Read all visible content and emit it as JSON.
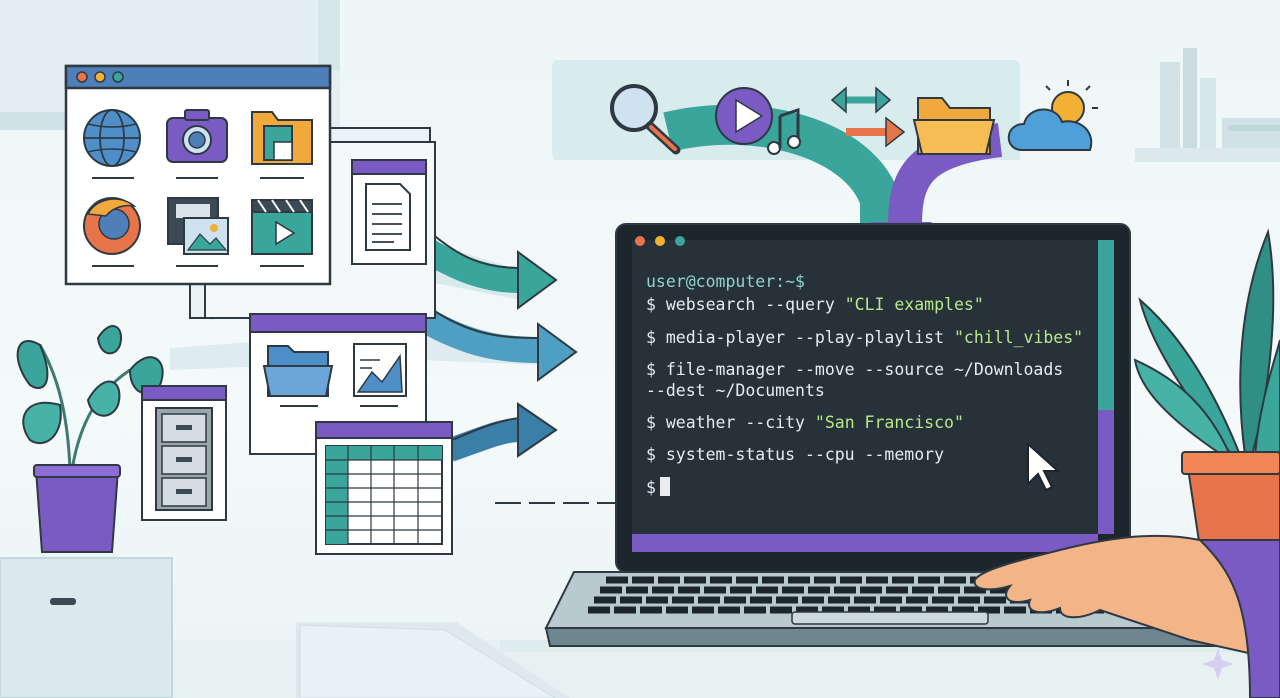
{
  "colors": {
    "background": "#eef6f7",
    "terminal_bg": "#26313a",
    "teal_accent": "#3aa59a",
    "purple_accent": "#7a5bc4",
    "window_header": "#4f7fb8",
    "string_green": "#b8e986"
  },
  "terminal": {
    "prompt": "user@computer:~$",
    "lines": [
      {
        "sym": "$",
        "cmd": "websearch --query",
        "arg": "\"CLI examples\""
      },
      {
        "sym": "$",
        "cmd": "media-player --play-playlist",
        "arg": "\"chill_vibes\""
      },
      {
        "sym": "$",
        "cmd": "file-manager --move --source ~/Downloads",
        "arg": ""
      },
      {
        "sym": "",
        "cmd": "--dest ~/Documents",
        "arg": ""
      },
      {
        "sym": "$",
        "cmd": "weather --city",
        "arg": "\"San Francisco\""
      },
      {
        "sym": "$",
        "cmd": "system-status --cpu --memory",
        "arg": ""
      },
      {
        "sym": "$",
        "cmd": "",
        "arg": ""
      }
    ]
  },
  "icons": {
    "app_grid": [
      "globe-icon",
      "camera-icon",
      "folder-document-icon",
      "firefox-icon",
      "image-gallery-icon",
      "video-clapperboard-icon"
    ],
    "top_row": [
      "search-icon",
      "media-play-music-icon",
      "transfer-arrows-icon",
      "folder-icon",
      "weather-cloud-sun-icon"
    ],
    "side_windows": [
      "document-icon",
      "folder-icon",
      "chart-icon",
      "file-cabinet-icon",
      "spreadsheet-icon"
    ]
  }
}
